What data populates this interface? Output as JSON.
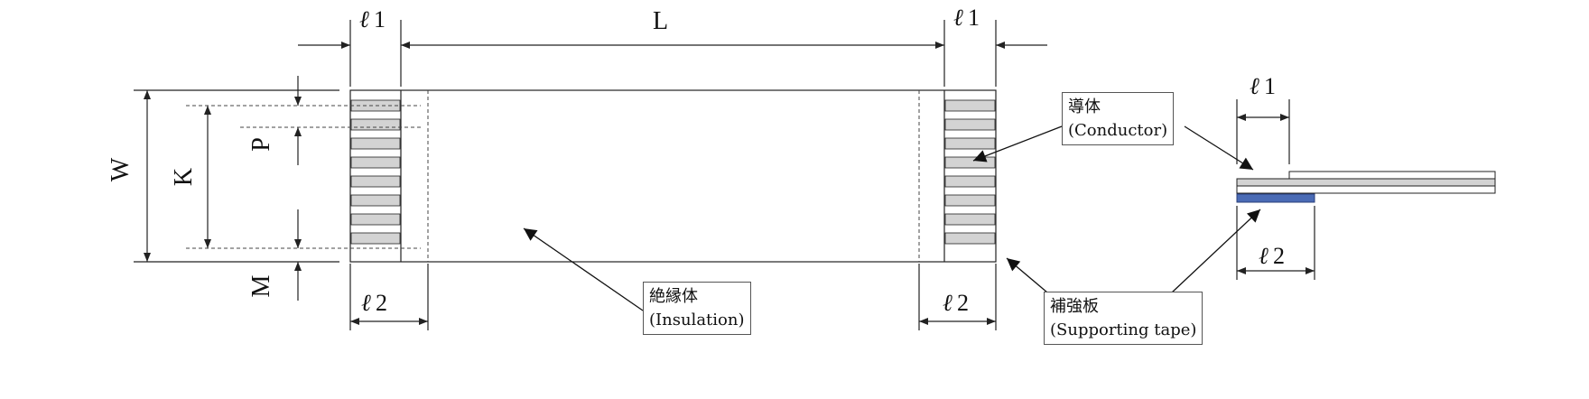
{
  "dimensions": {
    "l1": "1",
    "L": "L",
    "l2": "2",
    "W": "W",
    "K": "K",
    "P": "P",
    "M": "M",
    "ell_symbol": "ℓ"
  },
  "callouts": {
    "conductor": {
      "jp": "導体",
      "en": "(Conductor)"
    },
    "insulation": {
      "jp": "絶縁体",
      "en": "(Insulation)"
    },
    "supporting_tape": {
      "jp": "補強板",
      "en": "(Supporting tape)"
    }
  },
  "colors": {
    "line": "#222222",
    "conductor_fill": "#d3d3d3",
    "supporting_tape": "#4a6bb5"
  }
}
